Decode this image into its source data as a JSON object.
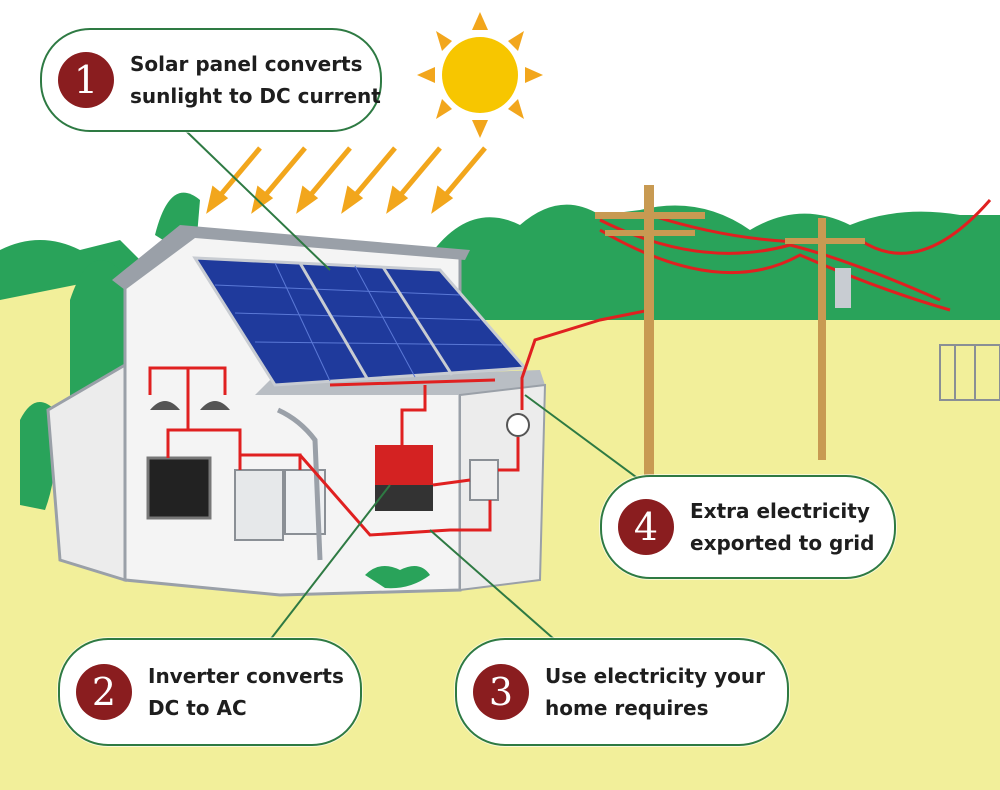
{
  "callouts": [
    {
      "number": "1",
      "lines": [
        "Solar panel converts",
        "sunlight to DC current"
      ]
    },
    {
      "number": "2",
      "lines": [
        "Inverter converts",
        "DC to AC"
      ]
    },
    {
      "number": "3",
      "lines": [
        "Use electricity your",
        "home requires"
      ]
    },
    {
      "number": "4",
      "lines": [
        "Extra electricity",
        "exported to grid"
      ]
    }
  ],
  "colors": {
    "sky": "#ffffff",
    "ground": "#f2ef9a",
    "trees": "#29a35a",
    "house_wall": "#f4f4f4",
    "roof": "#9aa0a8",
    "panel": "#1f3a9c",
    "wiring": "#e02020",
    "inverter": "#d42222",
    "pole": "#c89a52",
    "sun": "#f7c600",
    "rays": "#f2a61c",
    "callout_border": "#2e7a43",
    "badge": "#8a1d1f"
  }
}
